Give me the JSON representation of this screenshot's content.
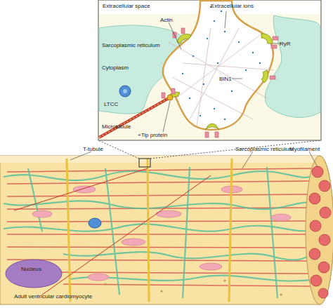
{
  "diagram": {
    "labels": [
      "Extracellular space",
      "Extracellular ions",
      "Actin",
      "Sarcoplasmic reticulum",
      "RyR",
      "Cytoplasm",
      "BIN1",
      "LTCC",
      "Microtubule",
      "+Tip protein",
      "T-tubule",
      "Sarcoplasmic reticulum",
      "Myofilament",
      "Nucleus",
      "Adult ventricular cardiomyocyte"
    ]
  }
}
